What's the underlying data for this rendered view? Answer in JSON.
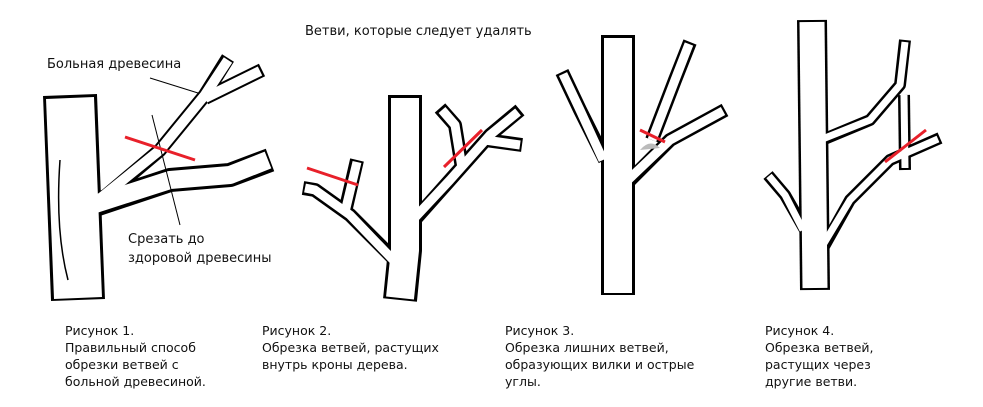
{
  "labels": {
    "diseased_wood": "Больная древесина",
    "branches_to_remove": "Ветви, которые следует удалять",
    "cut_to_healthy": [
      "Срезать до",
      "здоровой древесины"
    ]
  },
  "figures": [
    {
      "title": "Рисунок 1.",
      "lines": [
        "Правильный способ",
        "обрезки ветвей с",
        "больной древесиной."
      ]
    },
    {
      "title": "Рисунок 2.",
      "lines": [
        "Обрезка ветвей, растущих",
        "внутрь кроны дерева."
      ]
    },
    {
      "title": "Рисунок 3.",
      "lines": [
        "Обрезка лишних ветвей,",
        "образующих вилки и острые",
        "углы."
      ]
    },
    {
      "title": "Рисунок 4.",
      "lines": [
        "Обрезка ветвей,",
        "растущих через",
        "другие ветви."
      ]
    }
  ],
  "colors": {
    "cut_line": "#e8202a",
    "outline": "#000000"
  }
}
